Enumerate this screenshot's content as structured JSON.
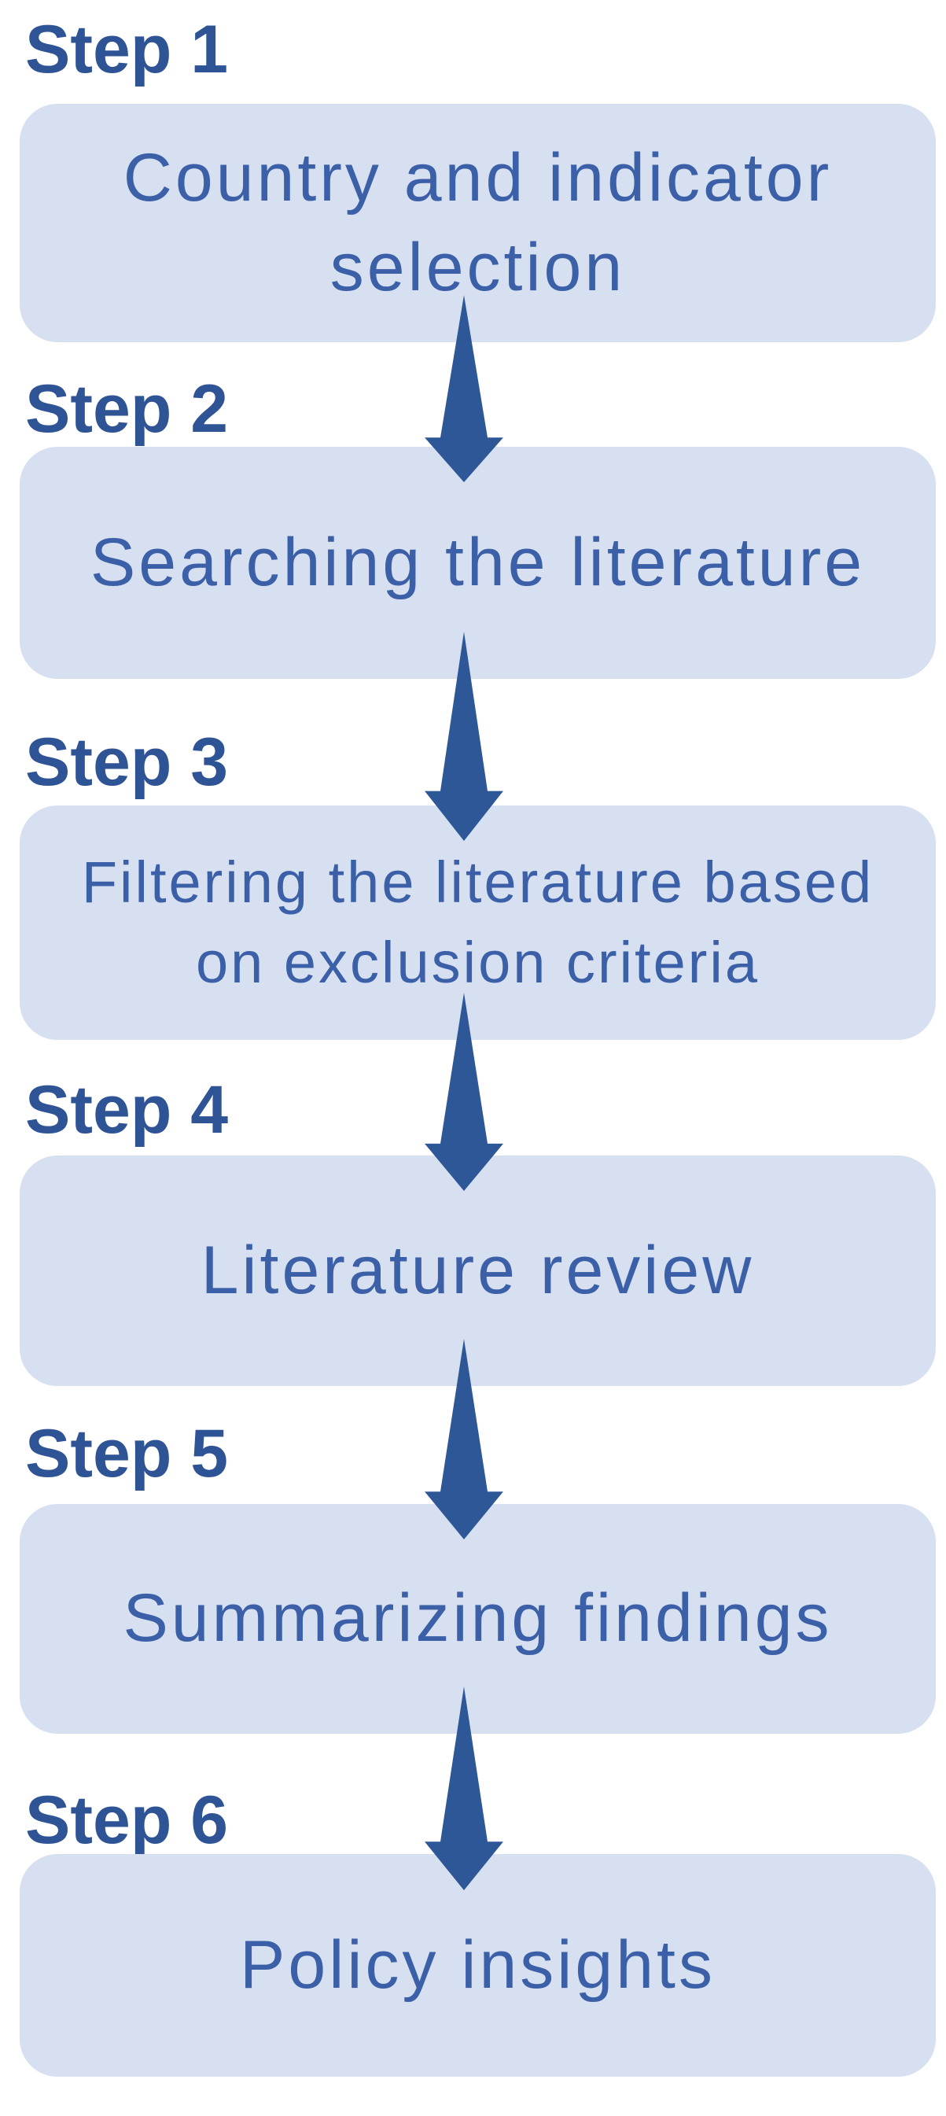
{
  "diagram": {
    "steps": [
      {
        "label": "Step 1",
        "lines": [
          "Country and indicator",
          "selection"
        ]
      },
      {
        "label": "Step 2",
        "lines": [
          "Searching the literature"
        ]
      },
      {
        "label": "Step 3",
        "lines": [
          "Filtering the literature based",
          "on exclusion criteria"
        ]
      },
      {
        "label": "Step 4",
        "lines": [
          "Literature review"
        ]
      },
      {
        "label": "Step 5",
        "lines": [
          "Summarizing findings"
        ]
      },
      {
        "label": "Step 6",
        "lines": [
          "Policy insights"
        ]
      }
    ],
    "colors": {
      "background": "#ffffff",
      "box_fill": "#d7e0f1",
      "box_text": "#3c60a8",
      "step_label": "#2f5496",
      "arrow": "#2e5797"
    },
    "arrow_icon": "down-arrow"
  }
}
